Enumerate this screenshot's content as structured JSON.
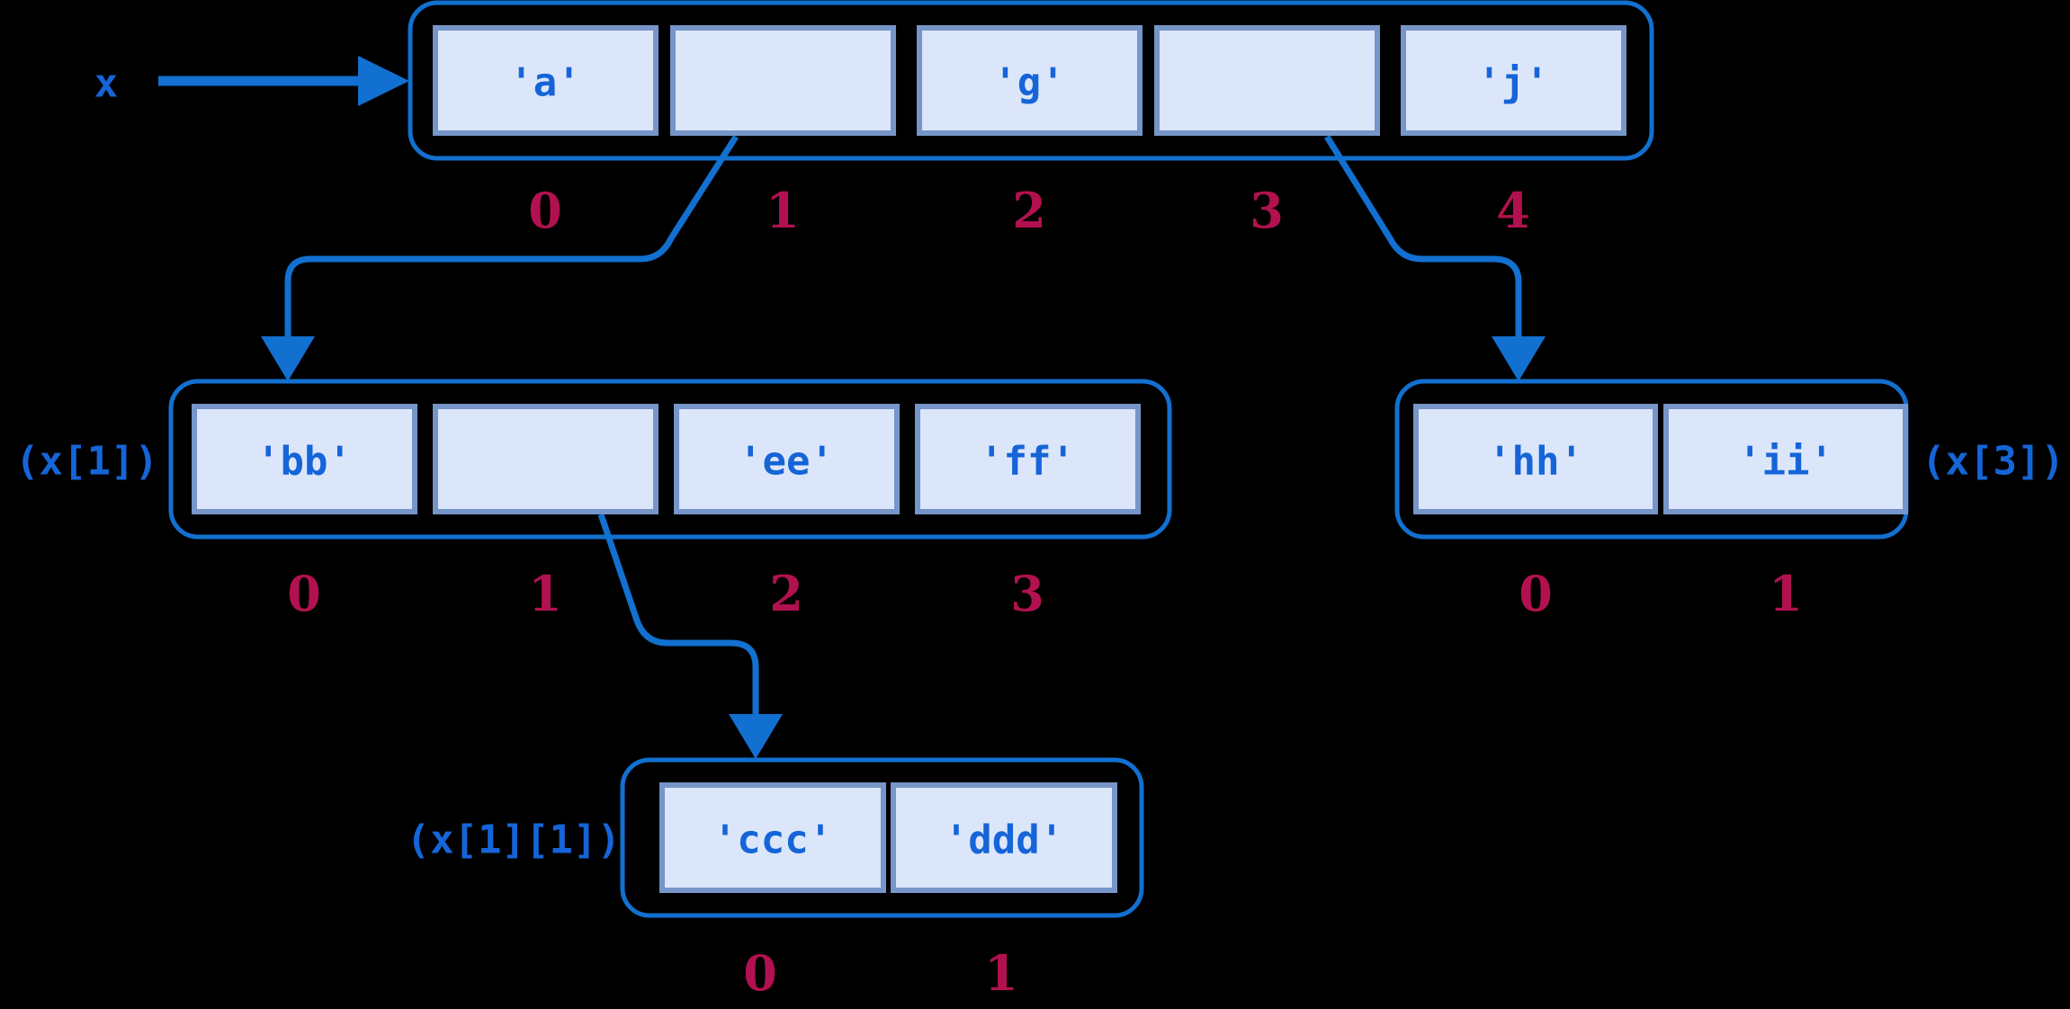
{
  "diagram": {
    "title": "nested-list-reference-diagram",
    "background_color": "#000000",
    "colors": {
      "cell_fill": "#dce6fa",
      "cell_border": "#7695c8",
      "container_border": "#1270d0",
      "value_text": "#1565d8",
      "index_text": "#b1114f",
      "arrow": "#1270d0"
    }
  },
  "root": {
    "label": "x",
    "pointer_icon": "right-arrow-icon"
  },
  "arrays": [
    {
      "id": "array-x",
      "name": "x",
      "label": "",
      "label_side": "none",
      "cells": [
        {
          "index": "0",
          "value": "'a'",
          "is_reference": false
        },
        {
          "index": "1",
          "value": "",
          "is_reference": true
        },
        {
          "index": "2",
          "value": "'g'",
          "is_reference": false
        },
        {
          "index": "3",
          "value": "",
          "is_reference": true
        },
        {
          "index": "4",
          "value": "'j'",
          "is_reference": false
        }
      ]
    },
    {
      "id": "array-x1",
      "name": "x[1]",
      "label": "(x[1])",
      "label_side": "left",
      "cells": [
        {
          "index": "0",
          "value": "'bb'",
          "is_reference": false
        },
        {
          "index": "1",
          "value": "",
          "is_reference": true
        },
        {
          "index": "2",
          "value": "'ee'",
          "is_reference": false
        },
        {
          "index": "3",
          "value": "'ff'",
          "is_reference": false
        }
      ]
    },
    {
      "id": "array-x3",
      "name": "x[3]",
      "label": "(x[3])",
      "label_side": "right",
      "cells": [
        {
          "index": "0",
          "value": "'hh'",
          "is_reference": false
        },
        {
          "index": "1",
          "value": "'ii'",
          "is_reference": false
        }
      ]
    },
    {
      "id": "array-x1-1",
      "name": "x[1][1]",
      "label": "(x[1][1])",
      "label_side": "left",
      "cells": [
        {
          "index": "0",
          "value": "'ccc'",
          "is_reference": false
        },
        {
          "index": "1",
          "value": "'ddd'",
          "is_reference": false
        }
      ]
    }
  ],
  "connections": [
    {
      "id": "conn-x1",
      "from": "array-x cell 1",
      "to": "array-x1",
      "icon": "curved-arrow-icon"
    },
    {
      "id": "conn-x3",
      "from": "array-x cell 3",
      "to": "array-x3",
      "icon": "curved-arrow-icon"
    },
    {
      "id": "conn-x1-1",
      "from": "array-x1 cell 1",
      "to": "array-x1-1",
      "icon": "curved-arrow-icon"
    }
  ]
}
